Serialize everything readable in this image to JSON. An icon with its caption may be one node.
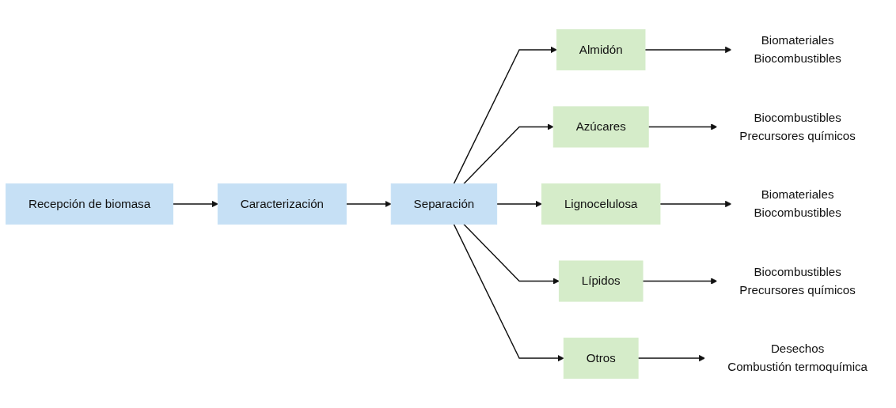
{
  "diagram": {
    "nodes": [
      {
        "text": [
          "Recepción de biomasa"
        ]
      },
      {
        "text": [
          "Caracterización"
        ]
      },
      {
        "text": [
          "Separación"
        ]
      },
      {
        "text": [
          "Almidón"
        ]
      },
      {
        "text": [
          "Azúcares"
        ]
      },
      {
        "text": [
          "Lignocelulosa"
        ]
      },
      {
        "text": [
          "Lípidos"
        ]
      },
      {
        "text": [
          "Otros"
        ]
      },
      {
        "text": [
          "Biomateriales",
          "Biocombustibles"
        ]
      },
      {
        "text": [
          "Biocombustibles",
          "Precursores químicos"
        ]
      },
      {
        "text": [
          "Biomateriales",
          "Biocombustibles"
        ]
      },
      {
        "text": [
          "Biocombustibles",
          "Precursores químicos"
        ]
      },
      {
        "text": [
          "Desechos",
          "Combustión termoquímica"
        ]
      }
    ],
    "edges": [
      {
        "from": 0,
        "to": 1,
        "arrow": "to"
      },
      {
        "from": 1,
        "to": 2,
        "arrow": "to"
      },
      {
        "from": 2,
        "to": 3,
        "arrow": "to"
      },
      {
        "from": 2,
        "to": 4,
        "arrow": "to"
      },
      {
        "from": 2,
        "to": 5,
        "arrow": "to"
      },
      {
        "from": 2,
        "to": 6,
        "arrow": "to"
      },
      {
        "from": 2,
        "to": 7,
        "arrow": "to"
      },
      {
        "from": 3,
        "to": 8,
        "arrow": "to"
      },
      {
        "from": 4,
        "to": 9,
        "arrow": "to"
      },
      {
        "from": 5,
        "to": 10,
        "arrow": "to"
      },
      {
        "from": 6,
        "to": 11,
        "arrow": "to"
      },
      {
        "from": 7,
        "to": 12,
        "arrow": "to"
      }
    ]
  }
}
